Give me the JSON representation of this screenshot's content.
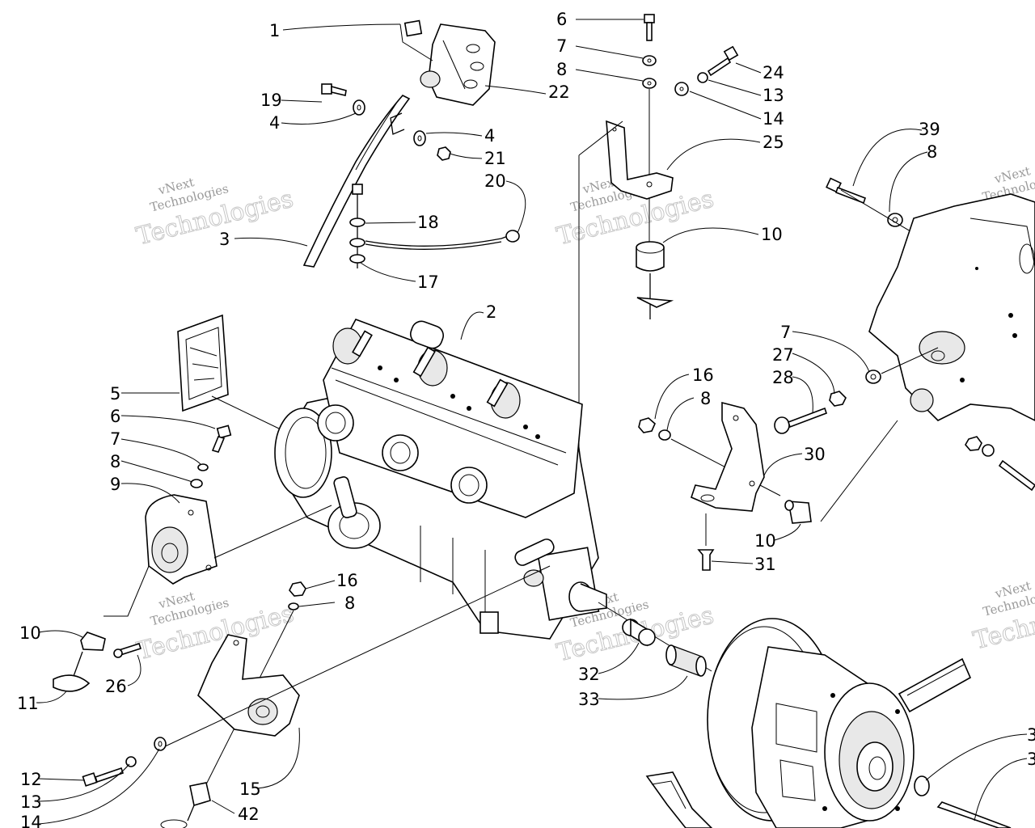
{
  "watermark": {
    "line1": "vNext",
    "line2": "Technologies"
  },
  "callouts": [
    {
      "id": "c1",
      "text": "1"
    },
    {
      "id": "c19",
      "text": "19"
    },
    {
      "id": "c4a",
      "text": "4"
    },
    {
      "id": "c22",
      "text": "22"
    },
    {
      "id": "c4b",
      "text": "4"
    },
    {
      "id": "c21",
      "text": "21"
    },
    {
      "id": "c20",
      "text": "20"
    },
    {
      "id": "c18",
      "text": "18"
    },
    {
      "id": "c3",
      "text": "3"
    },
    {
      "id": "c17",
      "text": "17"
    },
    {
      "id": "c2",
      "text": "2"
    },
    {
      "id": "c6a",
      "text": "6"
    },
    {
      "id": "c7a",
      "text": "7"
    },
    {
      "id": "c8a",
      "text": "8"
    },
    {
      "id": "c24",
      "text": "24"
    },
    {
      "id": "c13a",
      "text": "13"
    },
    {
      "id": "c14a",
      "text": "14"
    },
    {
      "id": "c25",
      "text": "25"
    },
    {
      "id": "c10a",
      "text": "10"
    },
    {
      "id": "c39",
      "text": "39"
    },
    {
      "id": "c8b",
      "text": "8"
    },
    {
      "id": "c5",
      "text": "5"
    },
    {
      "id": "c6b",
      "text": "6"
    },
    {
      "id": "c7b",
      "text": "7"
    },
    {
      "id": "c8c",
      "text": "8"
    },
    {
      "id": "c9",
      "text": "9"
    },
    {
      "id": "c7c",
      "text": "7"
    },
    {
      "id": "c27",
      "text": "27"
    },
    {
      "id": "c28",
      "text": "28"
    },
    {
      "id": "c16a",
      "text": "16"
    },
    {
      "id": "c8d",
      "text": "8"
    },
    {
      "id": "c30",
      "text": "30"
    },
    {
      "id": "c10b",
      "text": "10"
    },
    {
      "id": "c31",
      "text": "31"
    },
    {
      "id": "c16b",
      "text": "16"
    },
    {
      "id": "c8e",
      "text": "8"
    },
    {
      "id": "c10c",
      "text": "10"
    },
    {
      "id": "c26",
      "text": "26"
    },
    {
      "id": "c11",
      "text": "11"
    },
    {
      "id": "c32",
      "text": "32"
    },
    {
      "id": "c33",
      "text": "33"
    },
    {
      "id": "c12",
      "text": "12"
    },
    {
      "id": "c13b",
      "text": "13"
    },
    {
      "id": "c15",
      "text": "15"
    },
    {
      "id": "c42",
      "text": "42"
    },
    {
      "id": "c14b",
      "text": "14"
    },
    {
      "id": "c3r1",
      "text": "3"
    },
    {
      "id": "c3r2",
      "text": "3"
    }
  ]
}
